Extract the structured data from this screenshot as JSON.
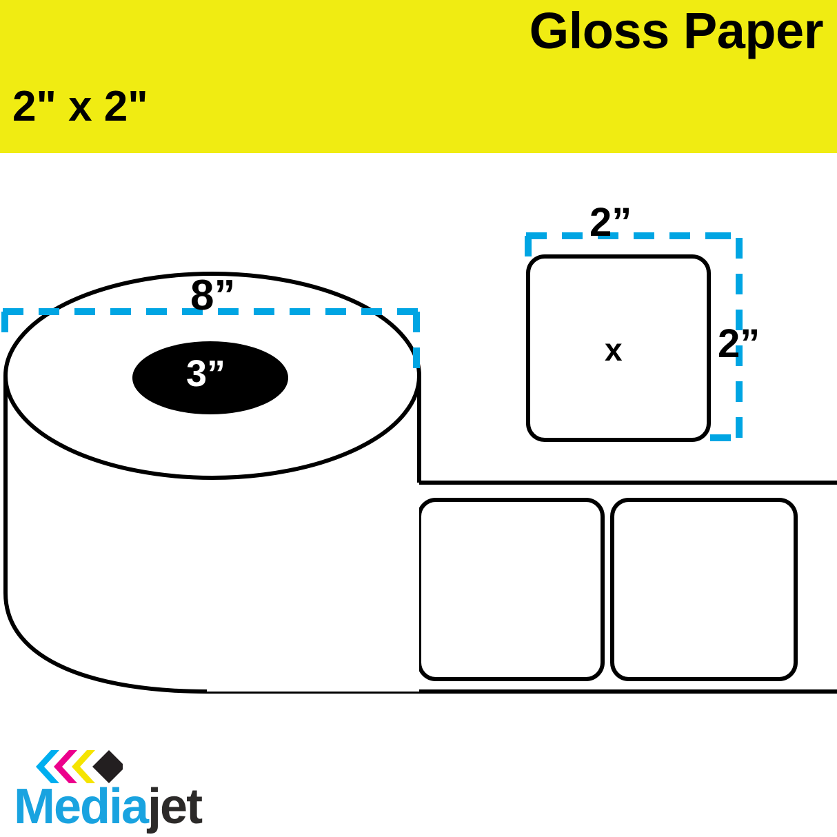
{
  "banner": {
    "title": "Gloss Paper",
    "size": "2\" x 2\"",
    "background_color": "#f0ec12",
    "text_color": "#000000"
  },
  "diagram": {
    "roll": {
      "outer_diameter_label": "8”",
      "core_diameter_label": "3”",
      "core_fill_color": "#000000",
      "core_text_color": "#ffffff",
      "outline_color": "#000000"
    },
    "sample_label": {
      "width_label": "2”",
      "height_label": "2”",
      "center_mark": "x",
      "outline_color": "#000000"
    },
    "dimension_line_color": "#00a5e3",
    "web_labels_count": 2
  },
  "logo": {
    "word_primary": "Media",
    "word_secondary": "jet",
    "primary_color": "#19a3e0",
    "secondary_color": "#2c2a29",
    "mark_colors": [
      "#00aeef",
      "#ec008c",
      "#f5e400",
      "#231f20"
    ]
  }
}
